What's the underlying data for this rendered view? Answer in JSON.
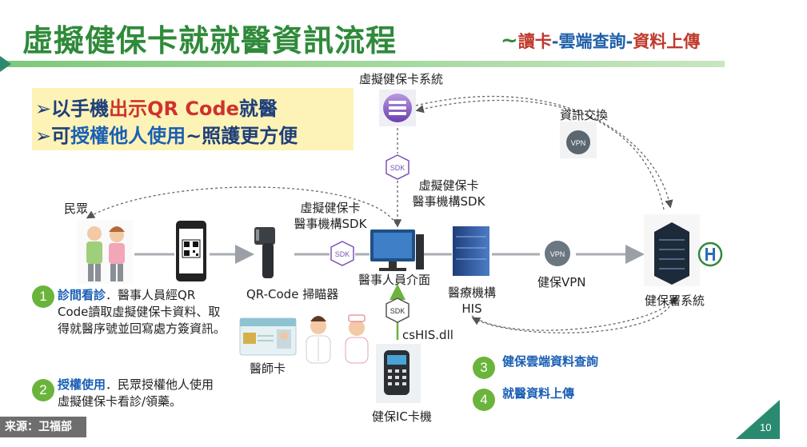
{
  "title": {
    "main": "虛擬健保卡就就醫資訊流程",
    "tilde": "~",
    "sub_read": "讀卡",
    "sub_dash1": "-",
    "sub_cloud": "雲端查詢",
    "sub_dash2": "-",
    "sub_upload": "資料上傳"
  },
  "highlights": {
    "line1_prefix": "➢以手機",
    "line1_red": "出示QR Code",
    "line1_suffix": "就醫",
    "line2_prefix": "➢可",
    "line2_blue": "授權他人使用",
    "line2_suffix": "~照護更方便"
  },
  "nodes": {
    "people": "民眾",
    "virtual_system": "虛擬健保卡系統",
    "info_exchange": "資訊交換",
    "sdk_top_l1": "虛擬健保卡",
    "sdk_top_l2": "醫事機構SDK",
    "sdk_left_l1": "虛擬健保卡",
    "sdk_left_l2": "醫事機構SDK",
    "scanner": "QR-Code 掃瞄器",
    "staff_ui": "醫事人員介面",
    "his_l1": "醫療機構",
    "his_l2": "HIS",
    "nhi_vpn": "健保VPN",
    "nhi_system": "健保署系統",
    "doctor_card": "醫師卡",
    "card_reader": "健保IC卡機",
    "dll": "csHIS.dll",
    "sdk_badge": "SDK",
    "vpn_badge": "VPN"
  },
  "steps": [
    {
      "num": "1",
      "highlight": "診間看診",
      "text": "．醫事人員經QR Code讀取虛擬健保卡資料、取得就醫序號並回寫處方簽資訊。"
    },
    {
      "num": "2",
      "highlight": "授權使用",
      "text": "．民眾授權他人使用虛擬健保卡看診/領藥。"
    },
    {
      "num": "3",
      "text": "健保雲端資料查詢"
    },
    {
      "num": "4",
      "text": "就醫資料上傳"
    }
  ],
  "footer": {
    "source": "来源：卫福部",
    "page": "10"
  },
  "colors": {
    "title_green": "#2f8a3a",
    "accent_red": "#c0392b",
    "accent_blue": "#1a5fb4",
    "step_green": "#6bb43c",
    "teal": "#2a8a70",
    "highlight_bg": "#fdf3b6"
  }
}
